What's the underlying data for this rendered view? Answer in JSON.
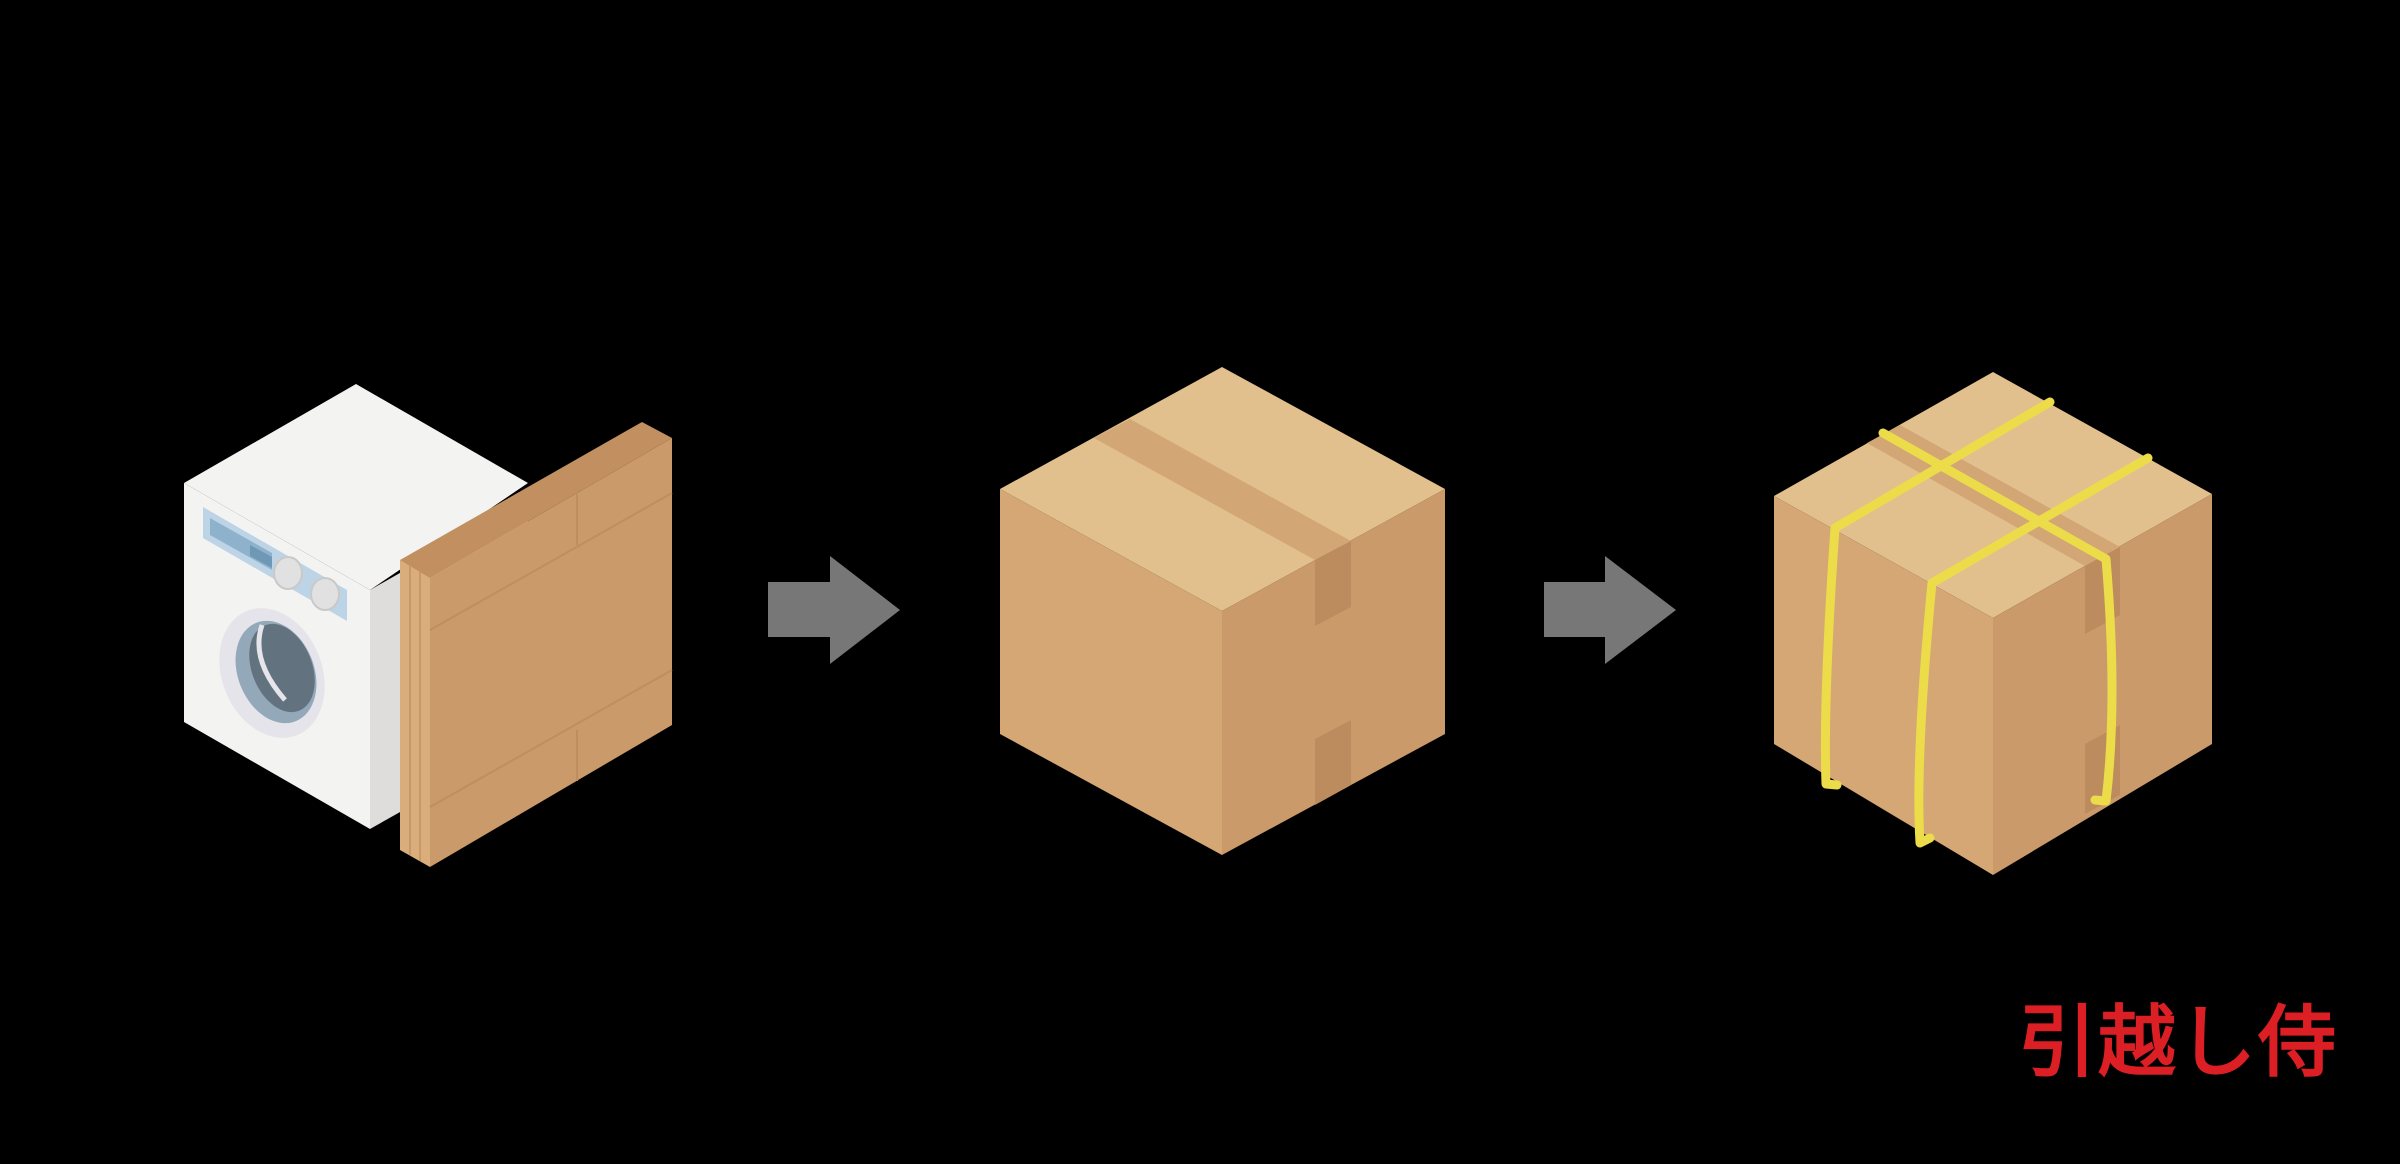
{
  "diagram": {
    "steps": [
      {
        "id": "step-1",
        "label": "washing-machine-with-flat-cardboard"
      },
      {
        "id": "step-2",
        "label": "sealed-cardboard-box"
      },
      {
        "id": "step-3",
        "label": "box-tied-with-yellow-string"
      }
    ],
    "arrows": 2
  },
  "logo": {
    "text": "引越し侍",
    "color": "#dc1e25"
  },
  "colors": {
    "background": "#000000",
    "arrow": "#777777",
    "box_top": "#e2c08e",
    "box_left": "#d4a775",
    "box_right": "#cb9a6b",
    "tape_top": "#d2a675",
    "tape_side": "#bc8b5e",
    "string": "#ecdc4a",
    "machine_white": "#f3f3f2",
    "machine_side": "#dedddb",
    "panel": "#bcd4e6"
  }
}
